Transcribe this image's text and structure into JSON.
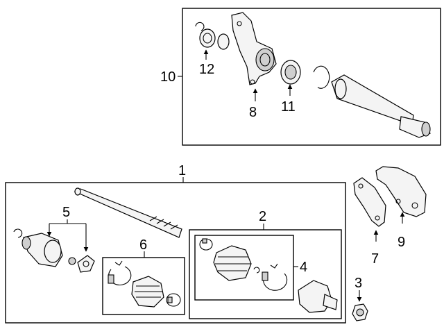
{
  "diagram": {
    "callouts": [
      {
        "id": "c1",
        "label": "1"
      },
      {
        "id": "c2",
        "label": "2"
      },
      {
        "id": "c3",
        "label": "3"
      },
      {
        "id": "c4",
        "label": "4"
      },
      {
        "id": "c5",
        "label": "5"
      },
      {
        "id": "c6",
        "label": "6"
      },
      {
        "id": "c7",
        "label": "7"
      },
      {
        "id": "c8",
        "label": "8"
      },
      {
        "id": "c9",
        "label": "9"
      },
      {
        "id": "c10",
        "label": "10"
      },
      {
        "id": "c11",
        "label": "11"
      },
      {
        "id": "c12",
        "label": "12"
      }
    ]
  }
}
